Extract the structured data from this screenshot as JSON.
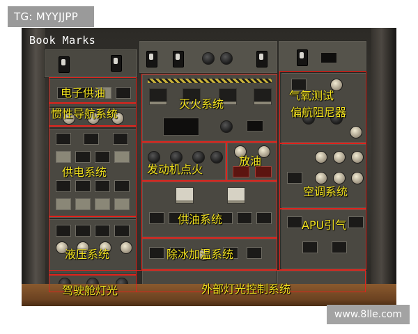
{
  "tag": "TG: MYYJJPP",
  "watermark": "www.8lle.com",
  "panel_title": "Book Marks",
  "systems": [
    {
      "id": "elec-logic",
      "label": "电子供油"
    },
    {
      "id": "irs",
      "label": "惯性导航系统"
    },
    {
      "id": "elec-power",
      "label": "供电系统"
    },
    {
      "id": "hydraulic",
      "label": "液压系统"
    },
    {
      "id": "cockpit-lights",
      "label": "驾驶舱灯光"
    },
    {
      "id": "fire",
      "label": "灭火系统"
    },
    {
      "id": "engine-start",
      "label": "发动机点火"
    },
    {
      "id": "fuel-jettison",
      "label": "放油"
    },
    {
      "id": "fuel",
      "label": "供油系统"
    },
    {
      "id": "anti-ice",
      "label": "除冰加温系统"
    },
    {
      "id": "ext-lights",
      "label": "外部灯光控制系统"
    },
    {
      "id": "air-test",
      "label": "气氧测试"
    },
    {
      "id": "yaw-damper",
      "label": "偏航阻尼器"
    },
    {
      "id": "air-cond",
      "label": "空调系统"
    },
    {
      "id": "apu",
      "label": "APU引气"
    }
  ],
  "colors": {
    "highlight_box": "#e0221b",
    "label_text": "#f2e21f",
    "panel": "#4a4841"
  }
}
